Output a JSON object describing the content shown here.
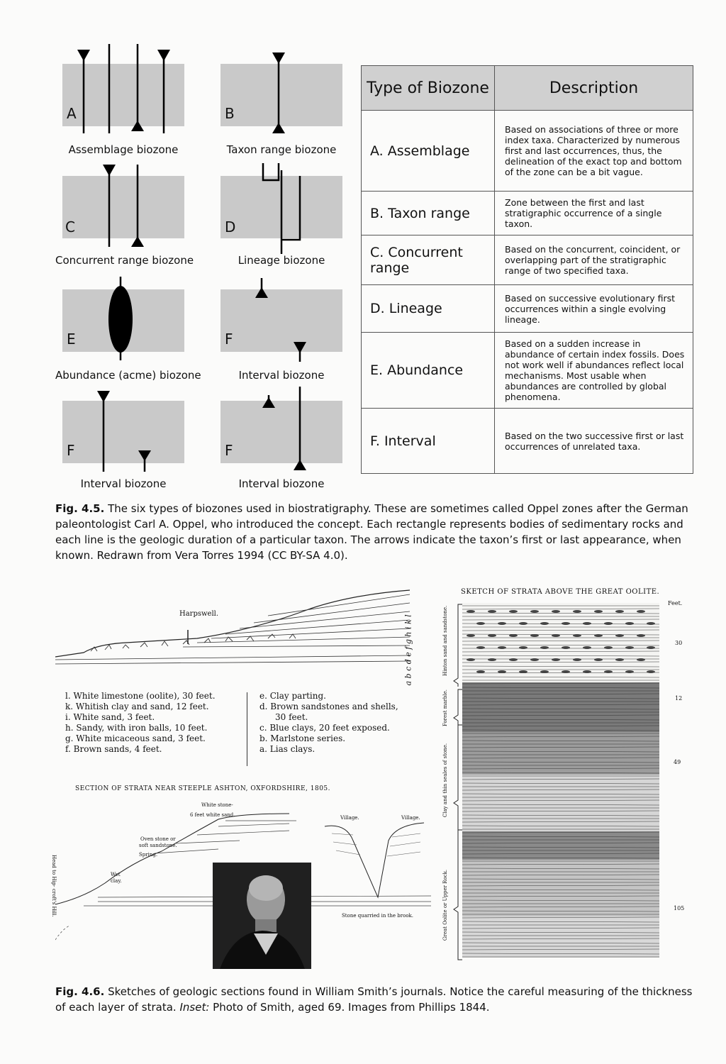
{
  "fig45": {
    "panels": [
      {
        "letter": "A",
        "label": "Assemblage biozone"
      },
      {
        "letter": "B",
        "label": "Taxon range biozone"
      },
      {
        "letter": "C",
        "label": "Concurrent range biozone"
      },
      {
        "letter": "D",
        "label": "Lineage biozone"
      },
      {
        "letter": "E",
        "label": "Abundance (acme) biozone"
      },
      {
        "letter": "F",
        "label": "Interval biozone"
      },
      {
        "letter": "F",
        "label": "Interval biozone"
      },
      {
        "letter": "F",
        "label": "Interval biozone"
      }
    ],
    "table": {
      "headers": [
        "Type of Biozone",
        "Description"
      ],
      "rows": [
        {
          "type": "A. Assemblage",
          "desc": "Based on associations of three or more index taxa. Characterized by numerous first and last occurrences, thus, the delineation of the exact top and bottom of the zone can be a bit vague."
        },
        {
          "type": "B. Taxon range",
          "desc": "Zone between the first and last stratigraphic occurrence of a single taxon."
        },
        {
          "type": "C. Concurrent range",
          "desc": "Based on the concurrent, coincident, or overlapping part of the stratigraphic range of two specified taxa."
        },
        {
          "type": "D. Lineage",
          "desc": "Based on successive evolutionary first occurrences within a single evolving lineage."
        },
        {
          "type": "E. Abundance",
          "desc": "Based on a sudden increase in abundance of certain index fossils. Does not work well if abundances reflect local mechanisms. Most usable when abundances are controlled by global phenomena."
        },
        {
          "type": "F. Interval",
          "desc": "Based on the two successive first or last occurrences of unrelated taxa."
        }
      ]
    },
    "caption_label": "Fig. 4.5.",
    "caption_text": " The six types of biozones used in biostratigraphy. These are sometimes called Oppel zones after the German paleontologist Carl A. Oppel, who introduced the concept. Each rectangle represents bodies of sedimentary rocks and each line is the geologic duration of a particular taxon. The arrows indicate the taxon’s first or last appearance, when known. Redrawn from Vera Torres 1994 (CC BY-SA 4.0)."
  },
  "fig46": {
    "harpswell_label": "Harpswell.",
    "bed_letters": "a  b  c  d e f g h i k  l",
    "legend_left": [
      "l. White limestone (oolite), 30 feet.",
      "k. Whitish clay and sand, 12 feet.",
      "i. White sand, 3 feet.",
      "h. Sandy, with iron balls, 10 feet.",
      "g. White micaceous sand, 3 feet.",
      "f. Brown sands, 4 feet."
    ],
    "legend_right": [
      "e. Clay parting.",
      "d. Brown sandstones and shells,",
      "30 feet.",
      "c. Blue clays, 20 feet exposed.",
      "b. Marlstone series.",
      "a. Lias clays."
    ],
    "steeple_title": "SECTION OF STRATA NEAR STEEPLE ASHTON, OXFORDSHIRE, 1805.",
    "steeple_labels": {
      "white_stone": "White stone-",
      "white_sand": "6 feet white sand.",
      "oven_stone": "Oven stone or",
      "soft_sandstone": "soft sandstone.",
      "spring": "Spring.",
      "wet_clay": "Wet",
      "wet_clay2": "clay.",
      "village1": "Village.",
      "village2": "Village.",
      "stone_quarried": "Stone quarried in the brook.",
      "head": "Head to Hip-",
      "head2": "croft's Hill."
    },
    "strata_title": "SKETCH OF STRATA ABOVE THE GREAT OOLITE.",
    "strata_feet_label": "Feet.",
    "strata_side_labels": [
      "Hinton sand and sandstone.",
      "Forest marble.",
      "Clay and thin seales of stone.",
      "Great Oolite or Upper Rock."
    ],
    "strata_thickness": [
      "30",
      "12",
      "49",
      "105"
    ],
    "caption_label": "Fig. 4.6.",
    "caption_text": " Sketches of geologic sections found in William Smith’s journals. Notice the careful measuring of the thickness of each layer of strata. ",
    "caption_inset_label": "Inset:",
    "caption_inset_text": " Photo of Smith, aged 69. Images from Phillips 1844."
  }
}
